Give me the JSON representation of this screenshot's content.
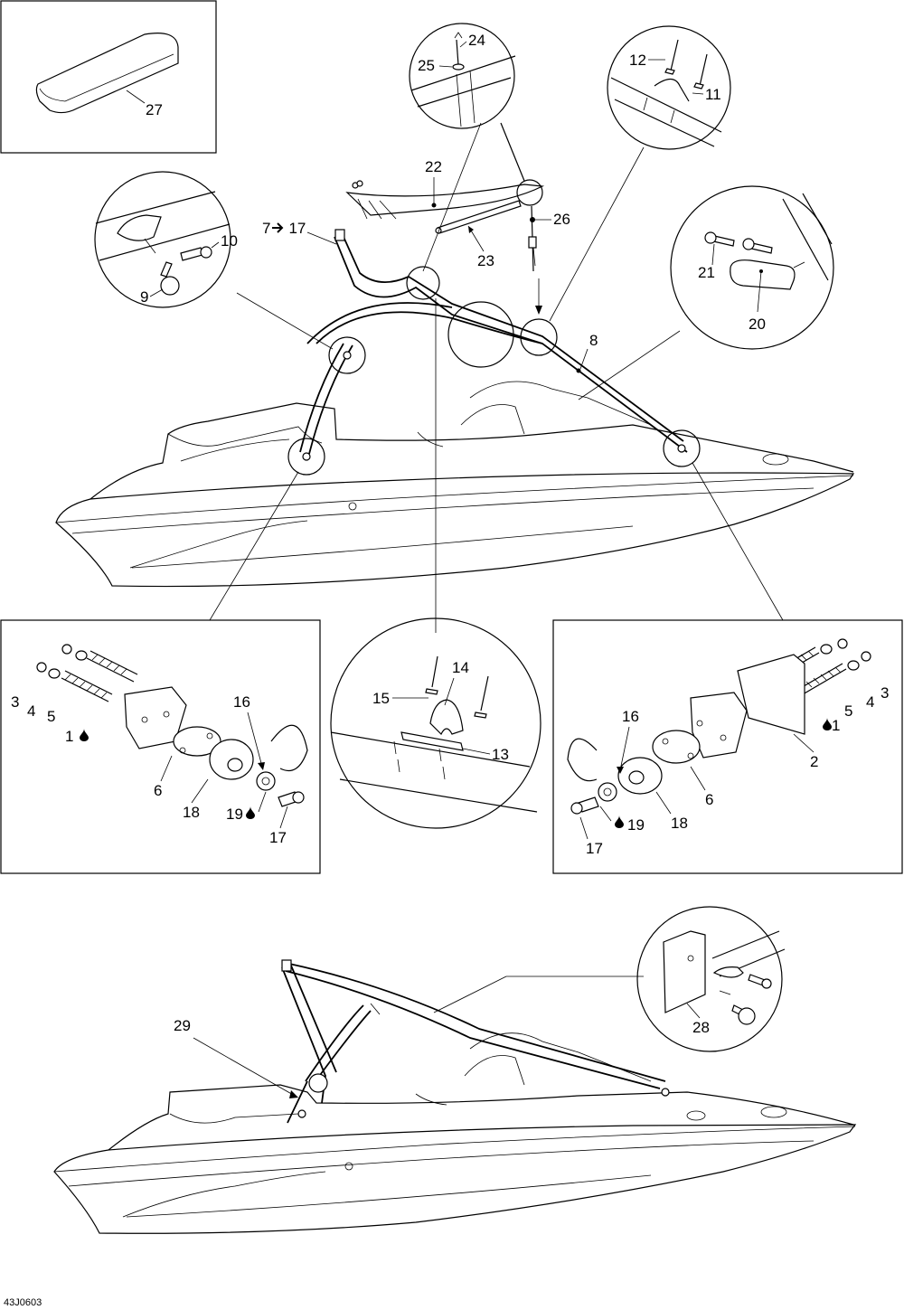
{
  "diagram_code": "43J0603",
  "callouts": {
    "c1": "1",
    "c2": "2",
    "c3": "3",
    "c4": "4",
    "c5": "5",
    "c6": "6",
    "c7_17": "7",
    "c8": "8",
    "c9": "9",
    "c10": "10",
    "c11": "11",
    "c12": "12",
    "c13": "13",
    "c14": "14",
    "c15": "15",
    "c16": "16",
    "c17": "17",
    "c18": "18",
    "c19": "19",
    "c20": "20",
    "c21": "21",
    "c22": "22",
    "c23": "23",
    "c24": "24",
    "c25": "25",
    "c26": "26",
    "c27": "27",
    "c28": "28",
    "c29": "29"
  },
  "arrow_target": "17",
  "icons": [
    "loctite-drop-icon",
    "arrow-right-icon"
  ]
}
